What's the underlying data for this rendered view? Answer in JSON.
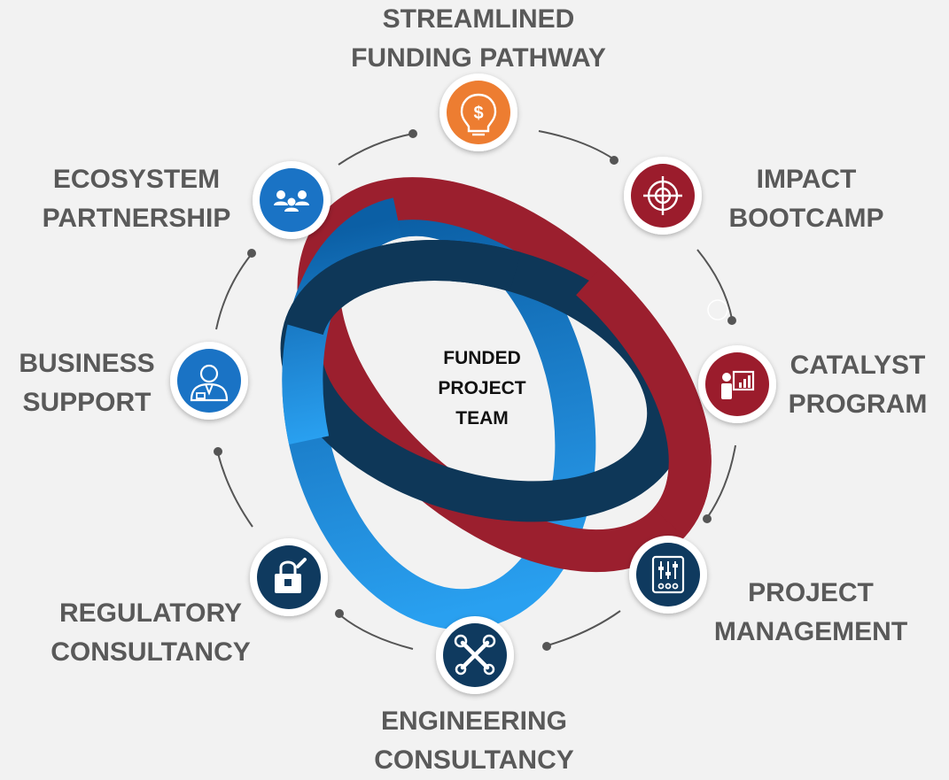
{
  "center": {
    "lines": [
      "FUNDED",
      "PROJECT",
      "TEAM"
    ]
  },
  "nodes": [
    {
      "id": "streamlined",
      "lines": [
        "STREAMLINED",
        "FUNDING PATHWAY"
      ],
      "color": "#ed7d31",
      "icon": "lightbulb-dollar-icon"
    },
    {
      "id": "impact",
      "lines": [
        "IMPACT",
        "BOOTCAMP"
      ],
      "color": "#9b1c2c",
      "icon": "target-crosshair-icon"
    },
    {
      "id": "catalyst",
      "lines": [
        "CATALYST",
        "PROGRAM"
      ],
      "color": "#9b1c2c",
      "icon": "presenter-chart-icon"
    },
    {
      "id": "project-mgmt",
      "lines": [
        "PROJECT",
        "MANAGEMENT"
      ],
      "color": "#0f3a5f",
      "icon": "sliders-control-icon"
    },
    {
      "id": "engineering",
      "lines": [
        "ENGINEERING",
        "CONSULTANCY"
      ],
      "color": "#0f3a5f",
      "icon": "wrench-screwdriver-icon"
    },
    {
      "id": "regulatory",
      "lines": [
        "REGULATORY",
        "CONSULTANCY"
      ],
      "color": "#0f3a5f",
      "icon": "lock-pen-icon"
    },
    {
      "id": "business",
      "lines": [
        "BUSINESS",
        "SUPPORT"
      ],
      "color": "#1a73c5",
      "icon": "business-person-icon"
    },
    {
      "id": "ecosystem",
      "lines": [
        "ECOSYSTEM",
        "PARTNERSHIP"
      ],
      "color": "#1a73c5",
      "icon": "people-group-icon"
    }
  ],
  "colors": {
    "ring_navy": "#0e3758",
    "ring_red": "#9b1f2e",
    "ring_blue": "#1f86d3",
    "connector": "#555555",
    "label_text": "#595959"
  }
}
